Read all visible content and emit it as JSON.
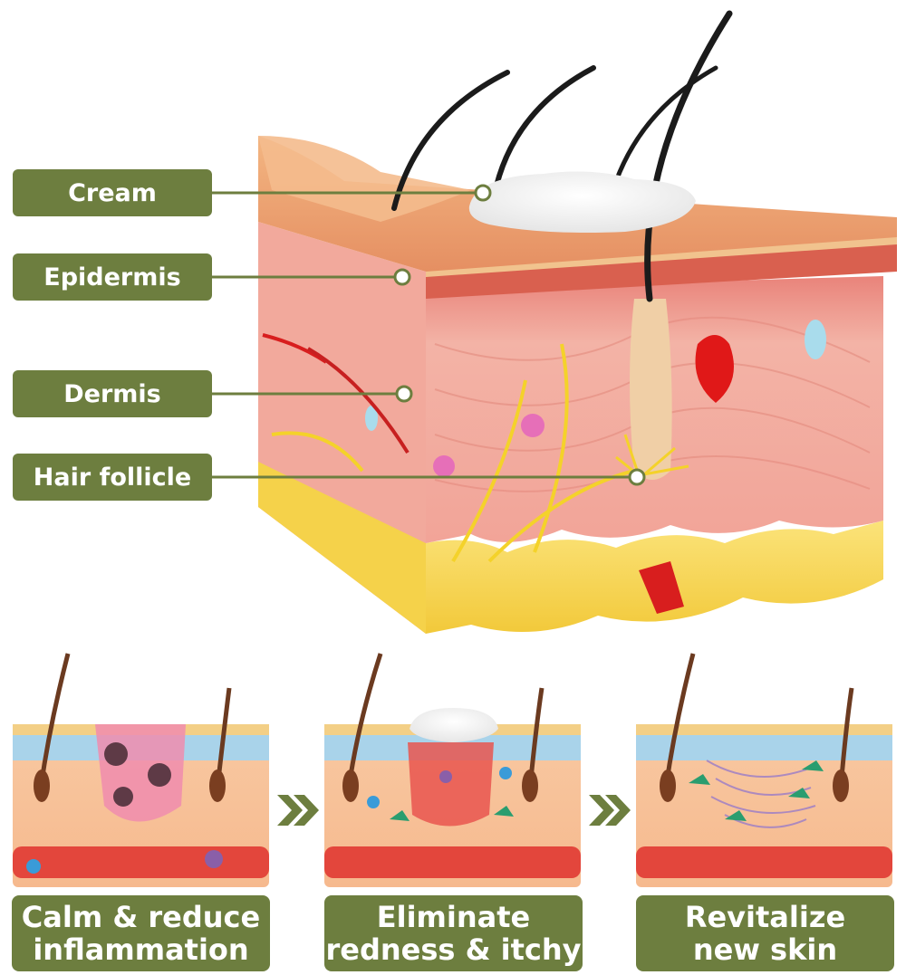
{
  "labels": {
    "cream": "Cream",
    "epidermis": "Epidermis",
    "dermis": "Dermis",
    "hair_follicle": "Hair follicle"
  },
  "steps": [
    {
      "line1": "Calm & reduce",
      "line2": "inflammation"
    },
    {
      "line1": "Eliminate",
      "line2": "redness & itchy"
    },
    {
      "line1": "Revitalize",
      "line2": "new skin"
    }
  ],
  "colors": {
    "label_bg": "#6d7e3f",
    "arrow": "#6d7e3f",
    "skin_top": "#e9a06a",
    "dermis": "#f0a89a",
    "fat": "#f7d84f",
    "blood": "#d81e1e"
  }
}
